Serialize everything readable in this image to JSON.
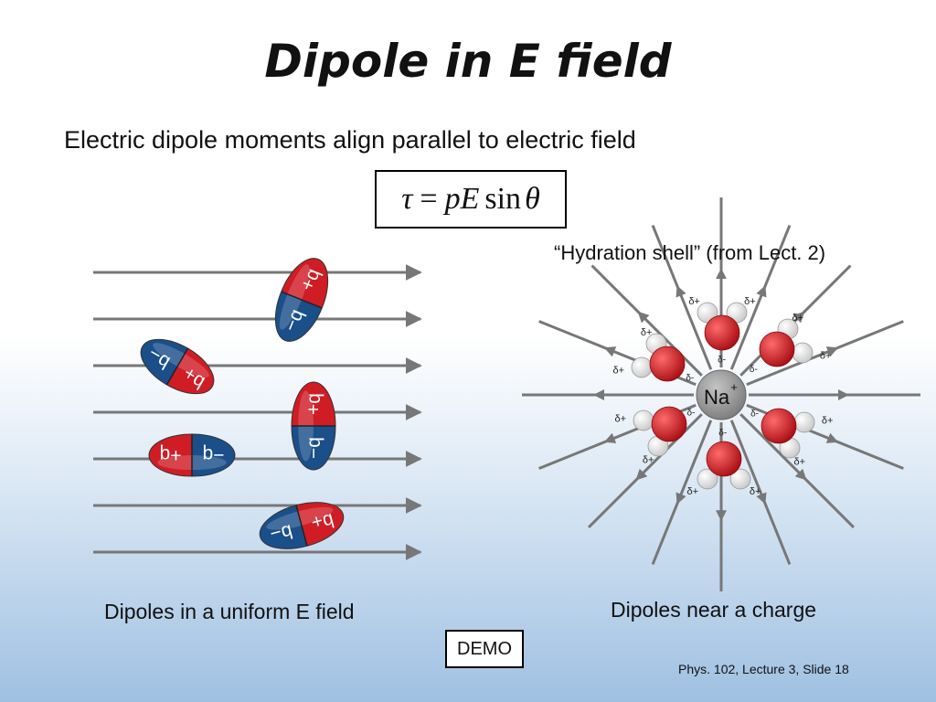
{
  "slide": {
    "title": "Dipole in E field",
    "subtitle": "Electric dipole moments align parallel to electric field",
    "equation": {
      "lhs": "τ",
      "eq": "=",
      "pE": "pE",
      "sin": "sin",
      "theta": "θ"
    },
    "hydration_caption": "“Hydration shell” (from Lect. 2)",
    "left_caption": "Dipoles in a uniform E field",
    "right_caption": "Dipoles near a charge",
    "demo_label": "DEMO",
    "footer": "Phys. 102, Lecture 3, Slide 18"
  },
  "uniform_field": {
    "line_count": 7,
    "dipoles": [
      {
        "neg": "−q",
        "pos": "+q"
      },
      {
        "neg": "−q",
        "pos": "+q"
      },
      {
        "neg": "−q",
        "pos": "+q"
      },
      {
        "neg": "−q",
        "pos": "+q"
      },
      {
        "neg": "−q",
        "pos": "+q"
      }
    ]
  },
  "ion": {
    "label": "Na",
    "charge": "+",
    "partial_pos": "δ+",
    "partial_neg": "δ-"
  },
  "colors": {
    "positive": "#d01c24",
    "negative": "#1a4f8a",
    "field_line": "#777777",
    "ion": "#9a9a9a"
  }
}
